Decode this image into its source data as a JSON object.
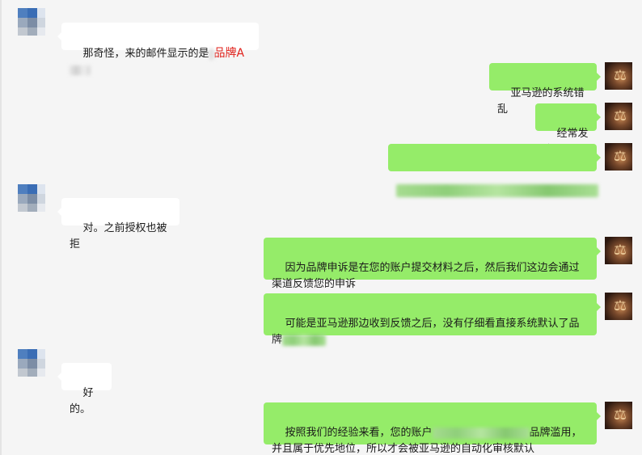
{
  "messages": [
    {
      "side": "in",
      "text": "那奇怪，来的邮件显示的是",
      "brand": "品牌A"
    },
    {
      "side": "out",
      "text": "亚马逊的系统错乱"
    },
    {
      "side": "out",
      "text": "经常发生"
    },
    {
      "side": "out",
      "text": ""
    },
    {
      "side": "in",
      "text": "对。之前授权也被拒"
    },
    {
      "side": "out",
      "text": "因为品牌申诉是在您的账户提交材料之后，然后我们这边会通过\n渠道反馈您的申诉"
    },
    {
      "side": "out",
      "text": "可能是亚马逊那边收到反馈之后，没有仔细看直接系统默认了品\n牌"
    },
    {
      "side": "in",
      "text": "好的。"
    },
    {
      "side": "out",
      "text_a": "按照我们的经验来看，您的账户",
      "text_b": "品牌滥用，\n并且属于优先地位，所以才会被亚马逊的自动化审核默认"
    }
  ],
  "colors": {
    "background": "#f5f5f5",
    "incoming_bubble": "#ffffff",
    "outgoing_bubble": "#95ec69",
    "brand_highlight": "#e0201a"
  },
  "icons": {
    "left_avatar": "pixelated-avatar",
    "right_avatar": "scales-of-justice-icon"
  }
}
